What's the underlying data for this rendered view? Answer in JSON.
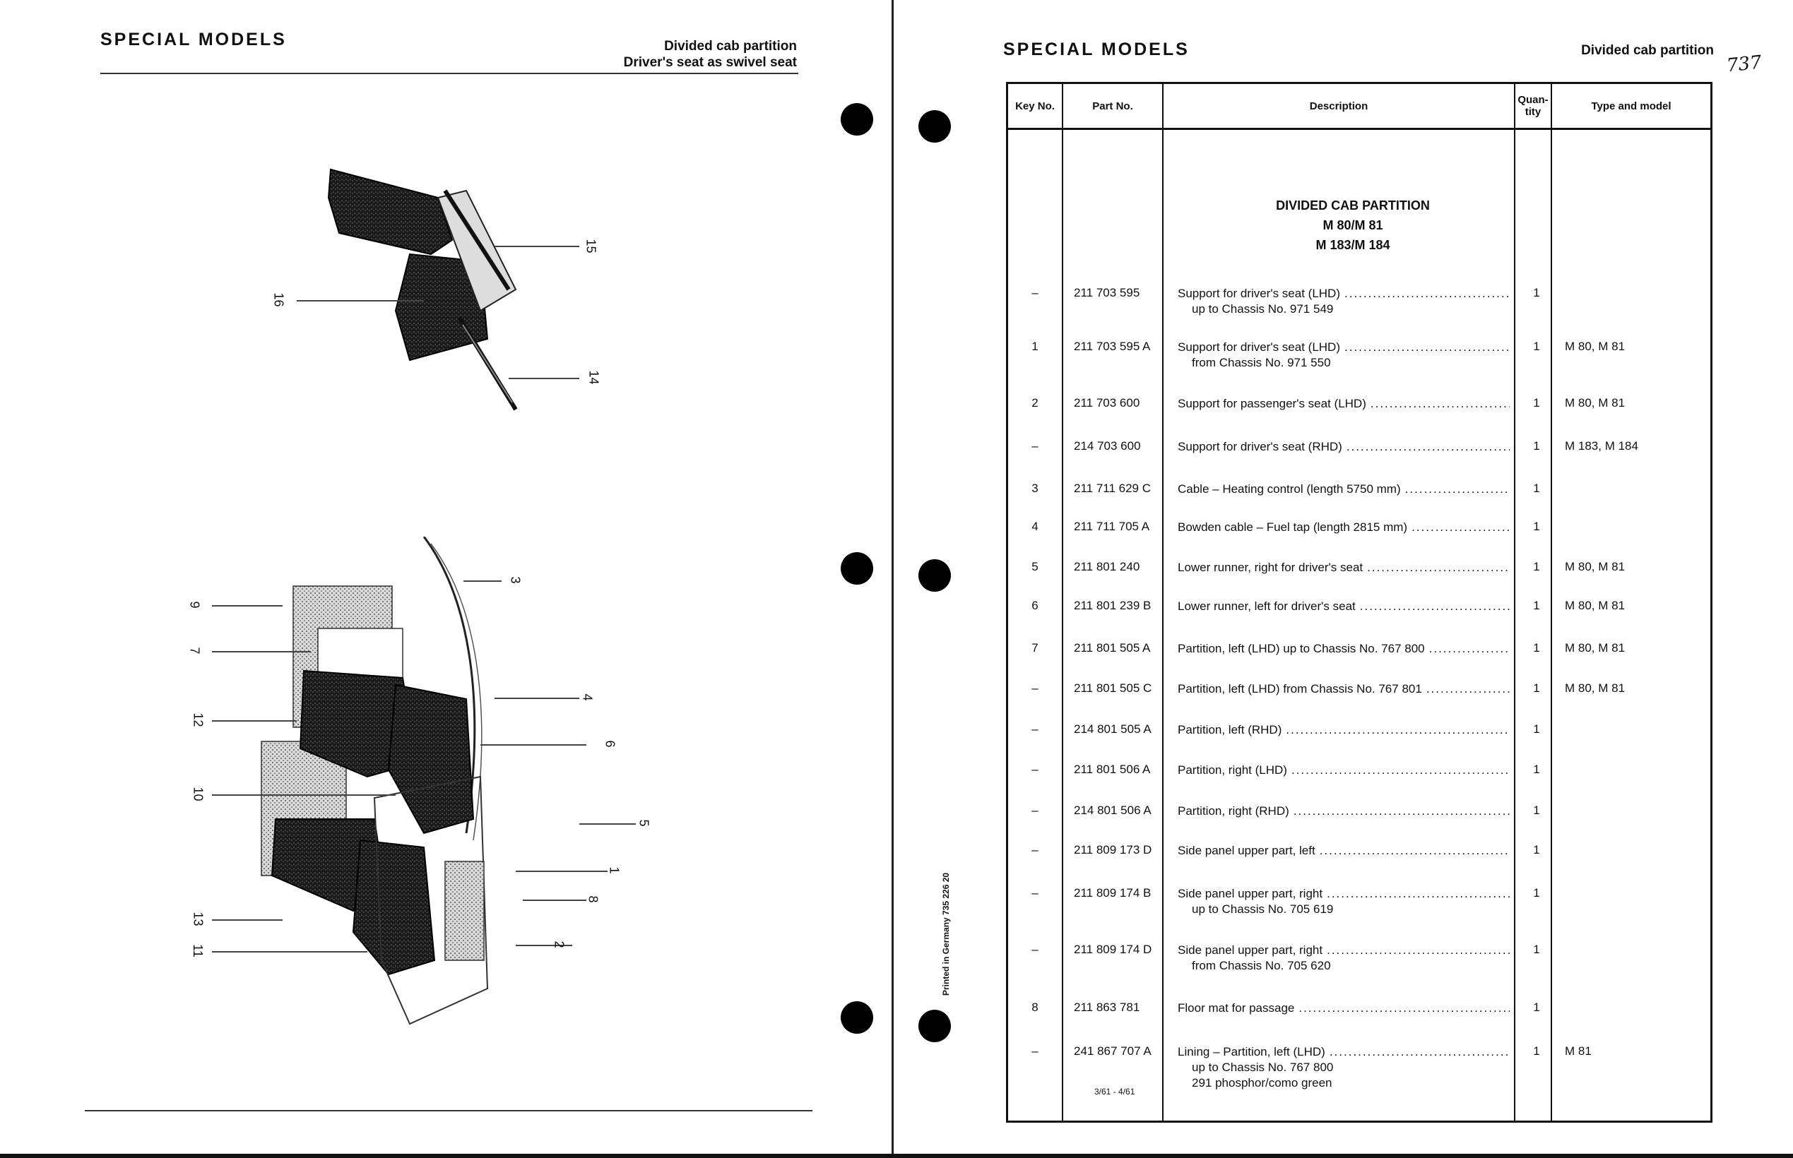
{
  "left_page": {
    "header": "SPECIAL MODELS",
    "subtitle_1": "Divided cab partition",
    "subtitle_2": "Driver's seat as swivel seat",
    "callouts": [
      "15",
      "16",
      "14",
      "3",
      "9",
      "7",
      "4",
      "12",
      "6",
      "10",
      "5",
      "1",
      "8",
      "13",
      "11",
      "2"
    ]
  },
  "right_page": {
    "header": "SPECIAL MODELS",
    "subtitle": "Divided cab partition",
    "page_number": "737",
    "print_note": "Printed in Germany    735 226 20",
    "table": {
      "headers": {
        "key": "Key No.",
        "part": "Part No.",
        "description": "Description",
        "quantity": "Quan-tity",
        "type": "Type and model"
      },
      "section_title_1": "DIVIDED CAB PARTITION",
      "section_title_2": "M 80/M 81",
      "section_title_3": "M 183/M 184",
      "rows": [
        {
          "key": "–",
          "part": "211 703 595",
          "desc": "Support for driver's seat (LHD)",
          "desc2": "up to Chassis No. 971 549",
          "qty": "1",
          "type": ""
        },
        {
          "key": "1",
          "part": "211 703 595 A",
          "desc": "Support for driver's seat (LHD)",
          "desc2": "from Chassis No. 971 550",
          "qty": "1",
          "type": "M 80, M 81"
        },
        {
          "key": "2",
          "part": "211 703 600",
          "desc": "Support for passenger's seat (LHD)",
          "desc2": "",
          "qty": "1",
          "type": "M 80, M 81"
        },
        {
          "key": "–",
          "part": "214 703 600",
          "desc": "Support for driver's seat (RHD)",
          "desc2": "",
          "qty": "1",
          "type": "M 183, M 184"
        },
        {
          "key": "3",
          "part": "211 711 629 C",
          "desc": "Cable – Heating control (length 5750 mm)",
          "desc2": "",
          "qty": "1",
          "type": ""
        },
        {
          "key": "4",
          "part": "211 711 705 A",
          "desc": "Bowden cable – Fuel tap (length 2815 mm)",
          "desc2": "",
          "qty": "1",
          "type": ""
        },
        {
          "key": "5",
          "part": "211 801 240",
          "desc": "Lower runner, right for driver's seat",
          "desc2": "",
          "qty": "1",
          "type": "M 80, M 81"
        },
        {
          "key": "6",
          "part": "211 801 239 B",
          "desc": "Lower runner, left for driver's seat",
          "desc2": "",
          "qty": "1",
          "type": "M 80, M 81"
        },
        {
          "key": "7",
          "part": "211 801 505 A",
          "desc": "Partition, left (LHD) up to Chassis No. 767 800",
          "desc2": "",
          "qty": "1",
          "type": "M 80, M 81"
        },
        {
          "key": "–",
          "part": "211 801 505 C",
          "desc": "Partition, left (LHD) from Chassis No. 767 801",
          "desc2": "",
          "qty": "1",
          "type": "M 80, M 81"
        },
        {
          "key": "–",
          "part": "214 801 505 A",
          "desc": "Partition, left (RHD)",
          "desc2": "",
          "qty": "1",
          "type": ""
        },
        {
          "key": "–",
          "part": "211 801 506 A",
          "desc": "Partition, right (LHD)",
          "desc2": "",
          "qty": "1",
          "type": ""
        },
        {
          "key": "–",
          "part": "214 801 506 A",
          "desc": "Partition, right (RHD)",
          "desc2": "",
          "qty": "1",
          "type": ""
        },
        {
          "key": "–",
          "part": "211 809 173 D",
          "desc": "Side panel upper part, left",
          "desc2": "",
          "qty": "1",
          "type": ""
        },
        {
          "key": "–",
          "part": "211 809 174 B",
          "desc": "Side panel upper part, right",
          "desc2": "up to Chassis No. 705 619",
          "qty": "1",
          "type": ""
        },
        {
          "key": "–",
          "part": "211 809 174 D",
          "desc": "Side panel upper part, right",
          "desc2": "from Chassis No. 705 620",
          "qty": "1",
          "type": ""
        },
        {
          "key": "8",
          "part": "211 863 781",
          "desc": "Floor mat for passage",
          "desc2": "",
          "qty": "1",
          "type": ""
        },
        {
          "key": "–",
          "part": "241 867 707 A",
          "desc": "Lining – Partition, left (LHD)",
          "desc2": "up to Chassis No. 767 800",
          "desc3": "291   phosphor/como green",
          "qty": "1",
          "type": "M 81",
          "part_sub": "3/61 - 4/61"
        }
      ]
    }
  }
}
